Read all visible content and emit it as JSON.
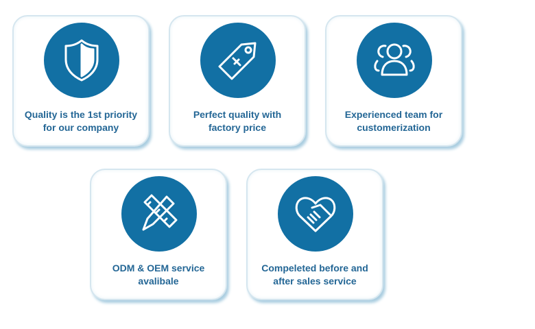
{
  "features": [
    {
      "icon": "shield-icon",
      "line1": "Quality is the 1st priority",
      "line2": "for our company"
    },
    {
      "icon": "price-tag-icon",
      "line1": "Perfect quality with",
      "line2": "factory price"
    },
    {
      "icon": "team-icon",
      "line1": "Experienced team for",
      "line2": "customerization"
    },
    {
      "icon": "pencil-ruler-icon",
      "line1": "ODM & OEM service",
      "line2": "avalibale"
    },
    {
      "icon": "heart-handshake-icon",
      "line1": "Compeleted before and",
      "line2": "after sales service"
    }
  ],
  "colors": {
    "accent": "#1270a4",
    "text": "#236695"
  }
}
